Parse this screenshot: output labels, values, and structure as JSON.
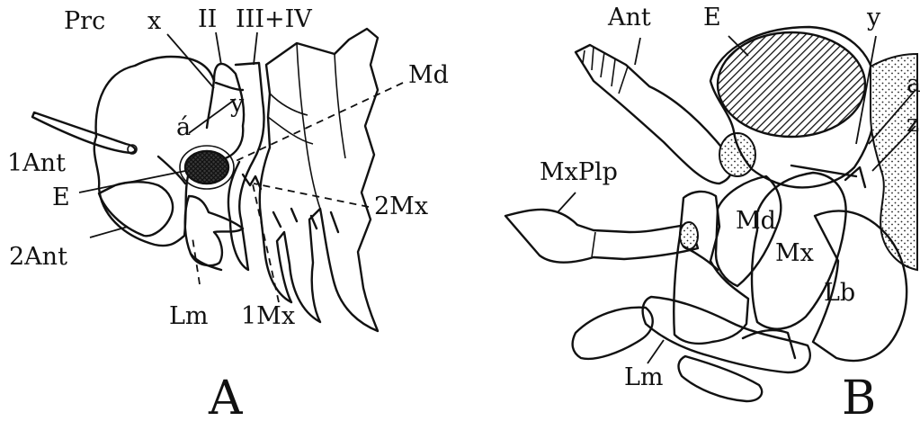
{
  "panel_a": {
    "letter": "A",
    "labels": {
      "prc": "Prc",
      "x": "x",
      "ii": "II",
      "iii_iv": "III+IV",
      "md": "Md",
      "a_prime": "á",
      "y": "y",
      "one_ant": "1Ant",
      "e": "E",
      "two_mx": "2Mx",
      "two_ant": "2Ant",
      "lm": "Lm",
      "one_mx": "1Mx"
    }
  },
  "panel_b": {
    "letter": "B",
    "labels": {
      "ant": "Ant",
      "e": "E",
      "y": "y",
      "a": "a",
      "z": "z",
      "mxplp": "MxPlp",
      "md": "Md",
      "mx": "Mx",
      "lb": "Lb",
      "lm": "Lm"
    }
  },
  "colors": {
    "ink": "#111111",
    "background": "#ffffff"
  }
}
